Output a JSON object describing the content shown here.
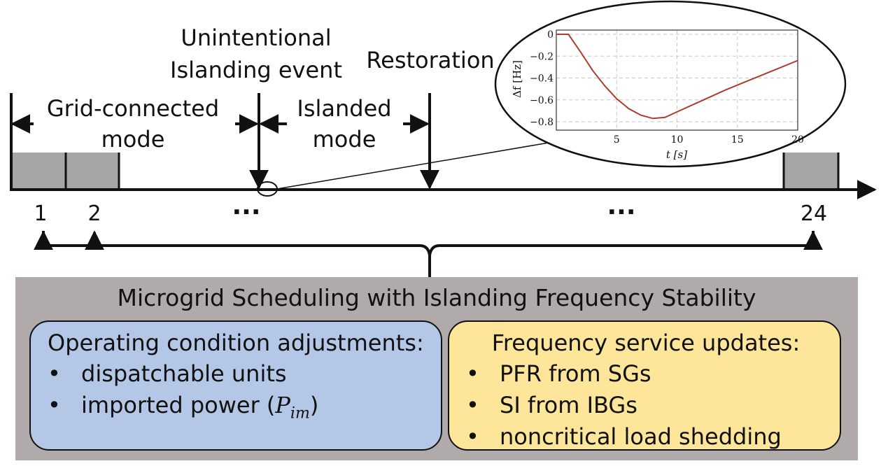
{
  "timeline": {
    "event_line1": "Unintentional",
    "event_line2": "Islanding event",
    "restoration": "Restoration",
    "grid_mode_line1": "Grid-connected",
    "grid_mode_line2": "mode",
    "islanded_line1": "Islanded",
    "islanded_line2": "mode",
    "hours": [
      "1",
      "2",
      "24"
    ],
    "ellipsis": "..."
  },
  "inset_chart": {
    "chart_data": {
      "type": "line",
      "xlabel": "t [s]",
      "ylabel": "Δf [Hz]",
      "xlim": [
        0,
        20
      ],
      "ylim": [
        -0.85,
        0.02
      ],
      "xticks": [
        "5",
        "10",
        "15",
        "20"
      ],
      "yticks": [
        "0",
        "−0.2",
        "−0.4",
        "−0.6",
        "−0.8"
      ],
      "grid": true,
      "series": [
        {
          "color": "#b03a2e",
          "x": [
            0,
            1,
            2,
            3,
            4,
            5,
            6,
            7,
            8,
            9,
            10,
            12,
            14,
            16,
            18,
            20
          ],
          "y": [
            0,
            0,
            -0.16,
            -0.33,
            -0.47,
            -0.59,
            -0.68,
            -0.74,
            -0.77,
            -0.76,
            -0.71,
            -0.61,
            -0.51,
            -0.42,
            -0.33,
            -0.24
          ]
        }
      ]
    }
  },
  "panel": {
    "title": "Microgrid Scheduling with Islanding Frequency Stability",
    "left": {
      "title": "Operating condition adjustments:",
      "items": [
        "dispatchable units",
        "imported power ("
      ],
      "pim_base": "P",
      "pim_sub": "im",
      "close_paren": ")"
    },
    "right": {
      "title": "Frequency service updates:",
      "items": [
        "PFR from SGs",
        "SI from IBGs",
        "noncritical load shedding"
      ]
    },
    "bullet": "•"
  },
  "colors": {
    "panel_bg": "#b0abaa",
    "left_box": "#b4c7e7",
    "right_box": "#fde59a",
    "block_fill": "#a6a6a6",
    "curve": "#b03a2e"
  }
}
